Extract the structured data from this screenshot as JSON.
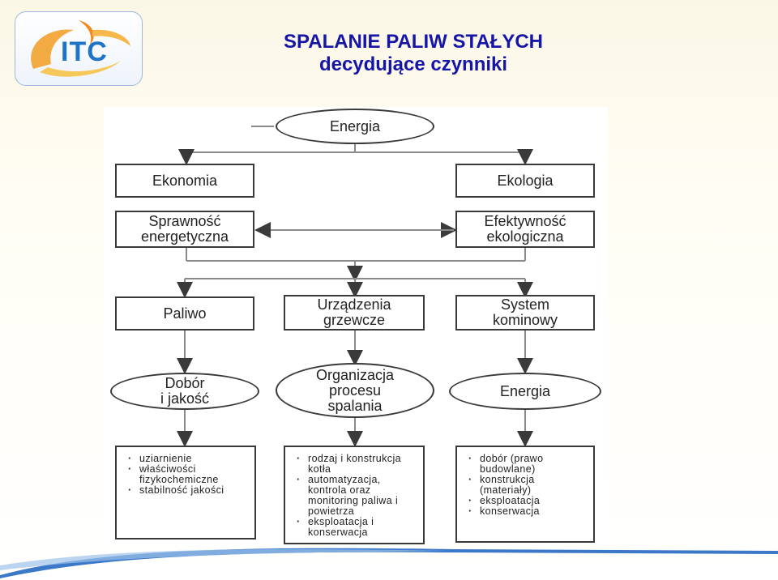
{
  "logo": {
    "text": "ITC"
  },
  "title": {
    "line1": "SPALANIE PALIW STAŁYCH",
    "line2": "decydujące czynniki"
  },
  "diagram": {
    "energia_top": "Energia",
    "ekonomia": "Ekonomia",
    "ekologia": "Ekologia",
    "sprawnosc": [
      "Sprawność",
      "energetyczna"
    ],
    "efektywnosc": [
      "Efektywność",
      "ekologiczna"
    ],
    "paliwo": "Paliwo",
    "urzadzenia": [
      "Urządzenia",
      "grzewcze"
    ],
    "system": [
      "System",
      "kominowy"
    ],
    "dobor": [
      "Dobór",
      "i jakość"
    ],
    "organizacja": [
      "Organizacja",
      "procesu",
      "spalania"
    ],
    "energia_bottom": "Energia",
    "list_left": [
      "uziarnienie",
      "właściwości fizykochemiczne",
      "stabilność jakości"
    ],
    "list_mid": [
      "rodzaj i konstrukcja kotła",
      "automatyzacja, kontrola oraz monitoring paliwa i powietrza",
      "eksploatacja i konserwacja"
    ],
    "list_right": [
      "dobór (prawo budowlane)",
      "konstrukcja (materiały)",
      "eksploatacja",
      "konserwacja"
    ]
  },
  "colors": {
    "title": "#1515a8",
    "accent": "#1d73c8",
    "logo_flame": "#f0a030"
  }
}
